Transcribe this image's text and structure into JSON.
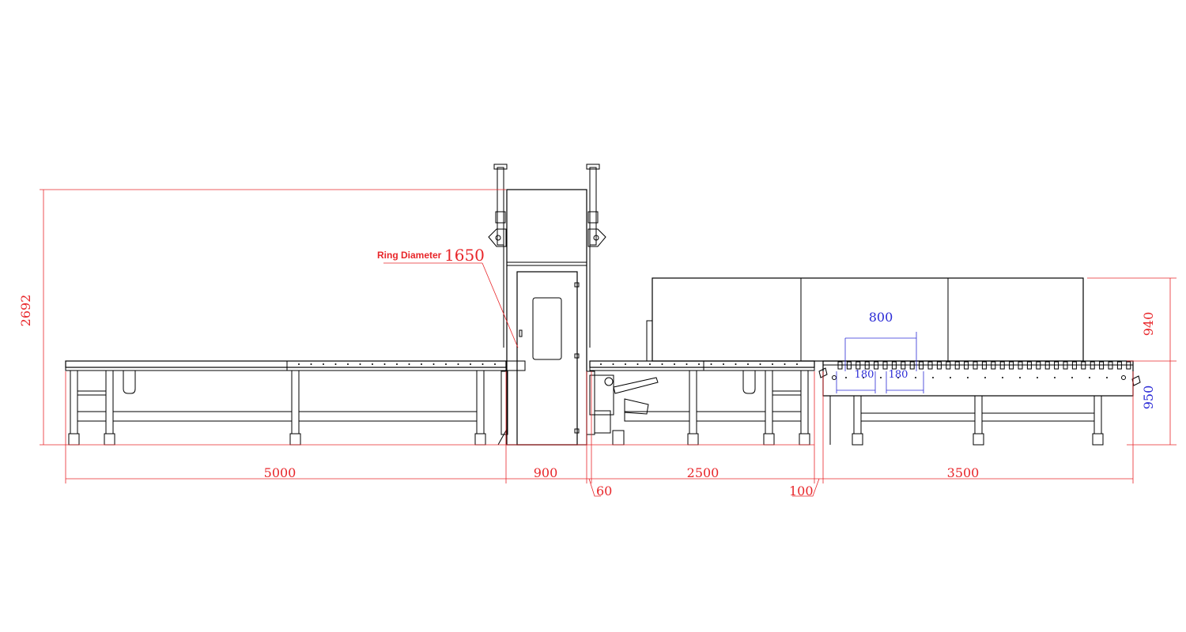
{
  "colors": {
    "dimension_red": "#e8262a",
    "dimension_blue": "#2b2bd6",
    "line": "#000000",
    "background": "#ffffff"
  },
  "annotation": {
    "ring_label": "Ring Diameter",
    "ring_value": "1650"
  },
  "dimensions": {
    "overall_height": "2692",
    "box_height": "940",
    "table_height": "950",
    "left_table_length": "5000",
    "machine_width": "900",
    "gap_small": "60",
    "middle_table_length": "2500",
    "gap_100": "100",
    "right_table_length": "3500",
    "box_width": "800",
    "pitch_a": "180",
    "pitch_b": "180"
  }
}
